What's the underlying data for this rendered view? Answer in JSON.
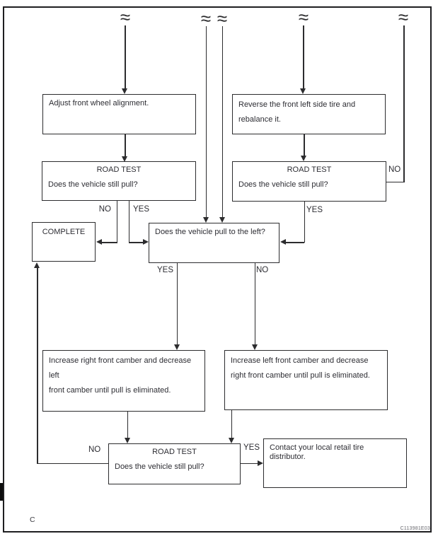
{
  "figure": {
    "footer_letter": "C",
    "figure_code": "C113981E03",
    "line_color": "#2c2c2e"
  },
  "connectors": {
    "break_symbol": "≈",
    "labels": {
      "road_test_left_no": "NO",
      "road_test_left_yes": "YES",
      "road_test_right_no": "NO",
      "road_test_right_yes": "YES",
      "pull_left_yes": "YES",
      "pull_left_no": "NO",
      "road_test_bottom_no": "NO",
      "road_test_bottom_yes": "YES"
    }
  },
  "boxes": {
    "adjust_alignment": {
      "text": "Adjust front wheel alignment."
    },
    "reverse_tire": {
      "line1": "Reverse the front left side tire and",
      "line2": "rebalance it."
    },
    "road_test_left": {
      "title": "ROAD TEST",
      "question": "Does the vehicle still pull?"
    },
    "road_test_right": {
      "title": "ROAD TEST",
      "question": "Does the vehicle still pull?"
    },
    "complete": {
      "text": "COMPLETE"
    },
    "pull_left": {
      "text": "Does the vehicle pull to the left?"
    },
    "camber_left": {
      "line1": "Increase right front camber and decrease left",
      "line2": "front camber until pull is eliminated."
    },
    "camber_right": {
      "line1": "Increase left front camber and decrease",
      "line2": "right front camber until pull is eliminated."
    },
    "road_test_bottom": {
      "title": "ROAD TEST",
      "question": "Does the vehicle still pull?"
    },
    "contact_distributor": {
      "text": "Contact your local retail tire distributor."
    }
  }
}
